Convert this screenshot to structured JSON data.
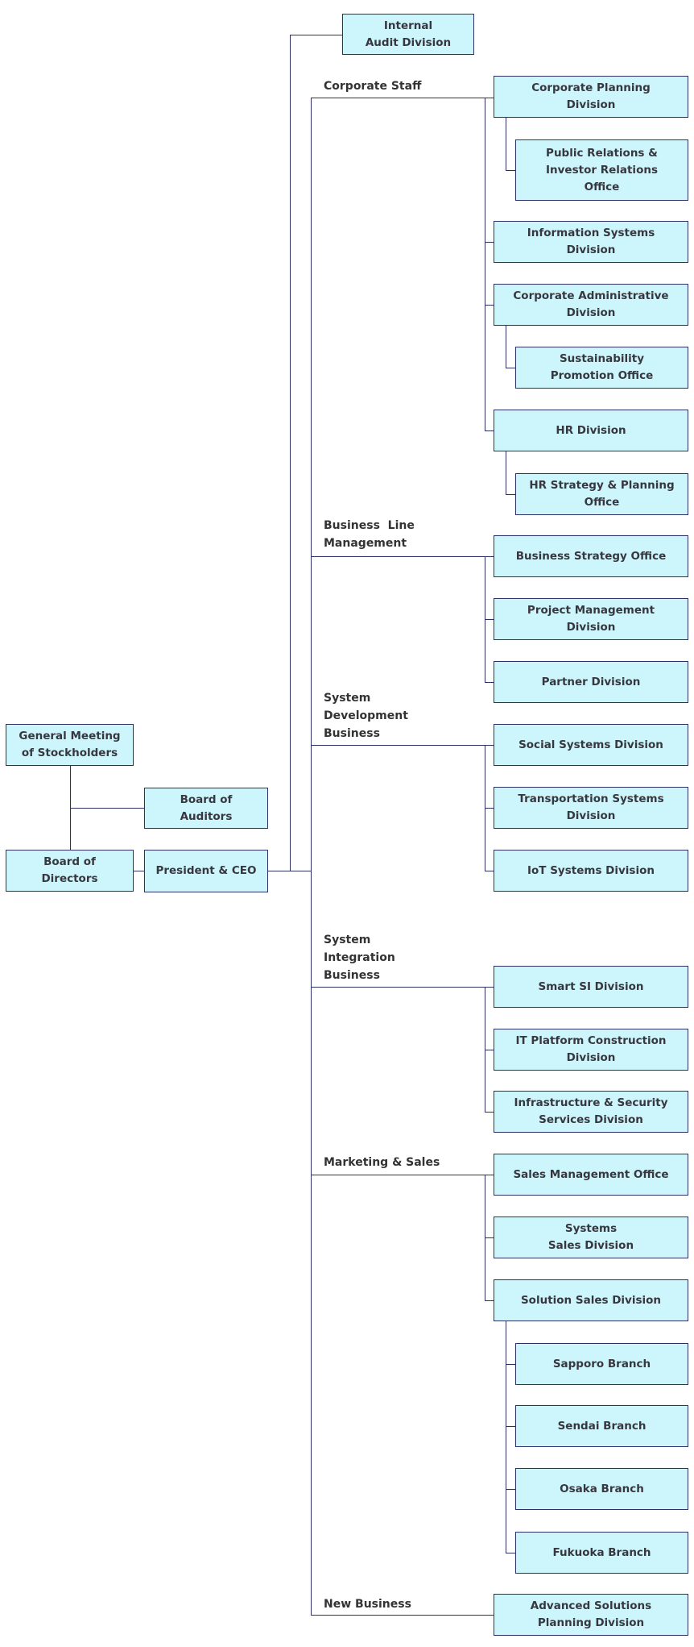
{
  "colors": {
    "background": "#ffffff",
    "box_fill": "#cdf5fc",
    "box_border": "#2e3168",
    "connector_line": "#2e3168",
    "box_text": "#37373f",
    "label_text": "#333333"
  },
  "nodes": {
    "general_meeting": "General Meeting\nof Stockholders",
    "board_of_auditors": "Board of\nAuditors",
    "board_of_directors": "Board of\nDirectors",
    "president_ceo": "President & CEO",
    "internal_audit": "Internal\nAudit Division",
    "corporate_planning": "Corporate Planning\nDivision",
    "pr_ir_office": "Public Relations &\nInvestor Relations\nOffice",
    "information_systems": "Information Systems\nDivision",
    "corporate_admin": "Corporate Administrative\nDivision",
    "sustainability": "Sustainability\nPromotion Office",
    "hr_division": "HR Division",
    "hr_strategy": "HR Strategy & Planning\nOffice",
    "business_strategy": "Business Strategy Office",
    "project_mgmt": "Project Management\nDivision",
    "partner": "Partner Division",
    "social_systems": "Social Systems Division",
    "transportation": "Transportation Systems\nDivision",
    "iot": "IoT Systems Division",
    "smart_si": "Smart SI Division",
    "it_platform": "IT Platform Construction\nDivision",
    "infrastructure": "Infrastructure & Security\nServices Division",
    "sales_mgmt": "Sales Management Office",
    "systems_sales": "Systems\nSales Division",
    "solution_sales": "Solution Sales Division",
    "sapporo": "Sapporo Branch",
    "sendai": "Sendai Branch",
    "osaka": "Osaka Branch",
    "fukuoka": "Fukuoka Branch",
    "advanced_solutions": "Advanced Solutions\nPlanning Division"
  },
  "group_labels": {
    "corporate_staff": "Corporate Staff",
    "business_line_management": "Business  Line\nManagement",
    "system_development_business": "System\nDevelopment\nBusiness",
    "system_integration_business": "System\nIntegration\nBusiness",
    "marketing_and_sales": "Marketing & Sales",
    "new_business": "New Business"
  }
}
